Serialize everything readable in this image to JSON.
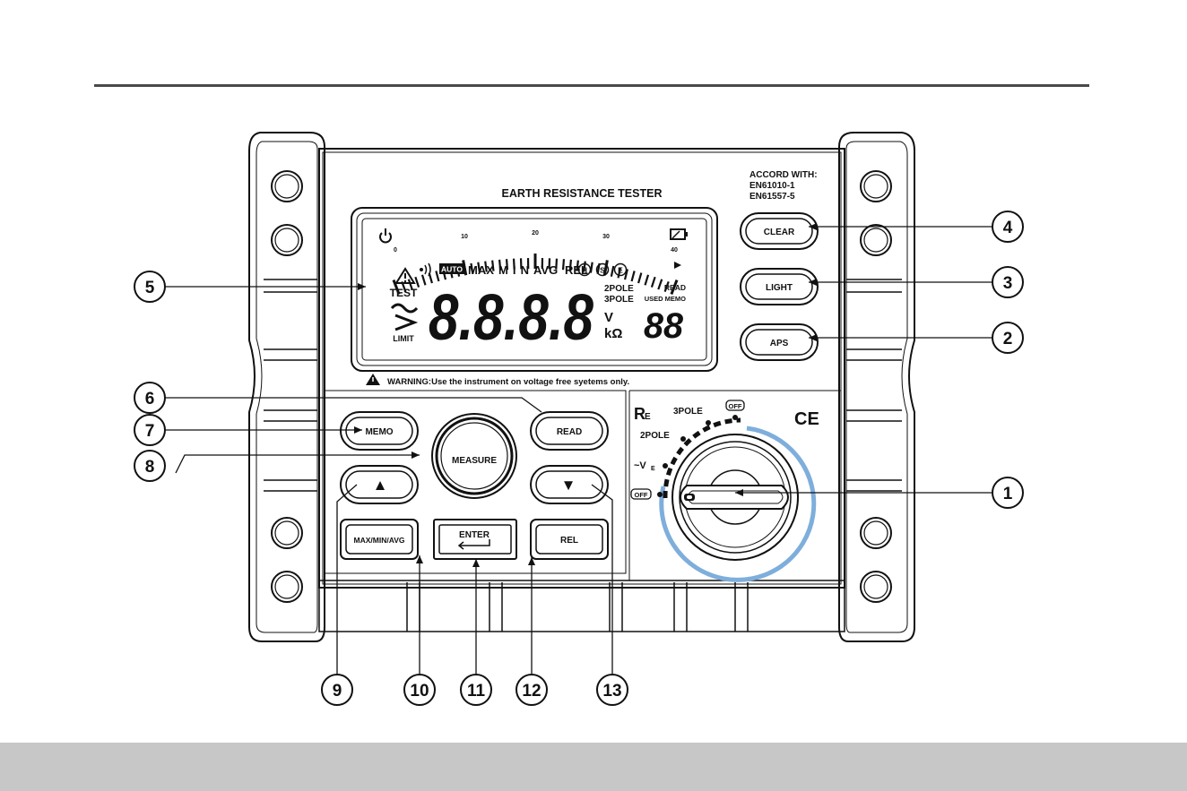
{
  "device": {
    "title": "EARTH RESISTANCE TESTER",
    "accord_heading": "ACCORD WITH:",
    "standards": [
      "EN61010-1",
      "EN61557-5"
    ],
    "warning": "WARNING:Use the instrument on voltage free syetems only."
  },
  "lcd": {
    "scale_ticks": [
      "0",
      "10",
      "20",
      "30",
      "40"
    ],
    "indicators": {
      "auto": "AUTO",
      "max": "MAX",
      "min": "MIN",
      "avg": "AVG",
      "rel": "REL",
      "h": "H",
      "s": "S",
      "e": "E"
    },
    "test": "TEST",
    "limit": "LIMIT",
    "main_digits": "8.8.8.8",
    "pole2": "2POLE",
    "pole3": "3POLE",
    "read": "READ",
    "used_memo": "USED MEMO",
    "memo_digits": "88",
    "unit_v": "V",
    "unit_kohm": "kΩ"
  },
  "buttons": {
    "clear": "CLEAR",
    "light": "LIGHT",
    "aps": "APS",
    "memo": "MEMO",
    "measure": "MEASURE",
    "read": "READ",
    "up": "▲",
    "down": "▼",
    "maxminavg": "MAX/MIN/AVG",
    "enter": "ENTER",
    "rel": "REL"
  },
  "rotary": {
    "re_main": "R",
    "re_sub": "E",
    "pos_3pole": "3POLE",
    "pos_2pole": "2POLE",
    "pos_ve_main": "~V",
    "pos_ve_sub": "E",
    "off_top": "OFF",
    "off_left": "OFF",
    "ce_mark": "CE"
  },
  "callouts": [
    "1",
    "2",
    "3",
    "4",
    "5",
    "6",
    "7",
    "8",
    "9",
    "10",
    "11",
    "12",
    "13"
  ]
}
